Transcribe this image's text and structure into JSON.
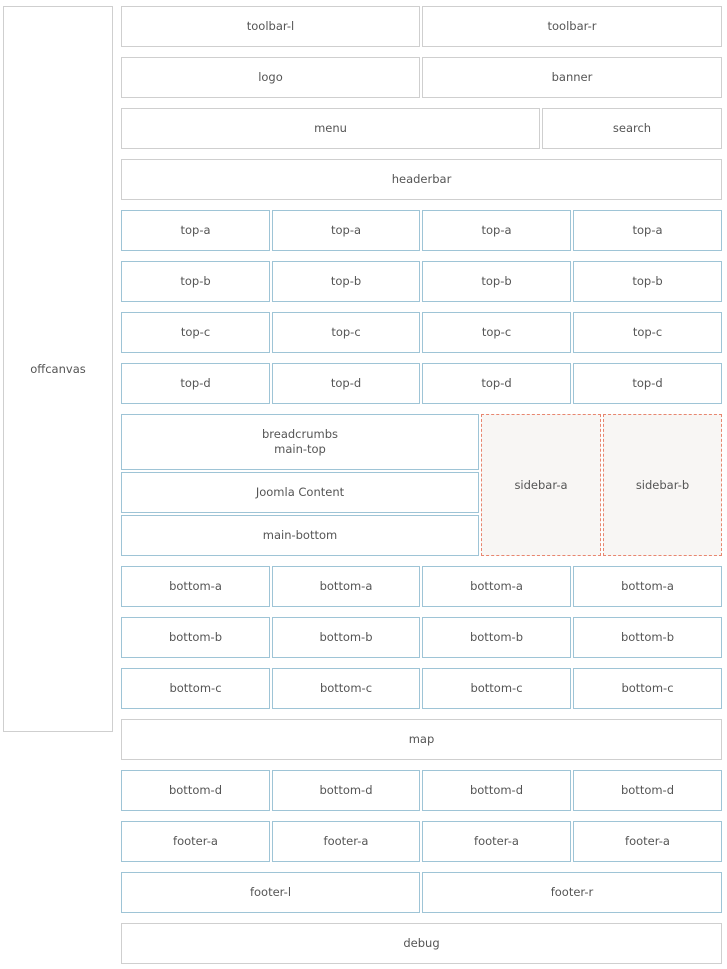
{
  "offcanvas": "offcanvas",
  "toolbar": {
    "left": "toolbar-l",
    "right": "toolbar-r"
  },
  "header": {
    "logo": "logo",
    "banner": "banner",
    "menu": "menu",
    "search": "search",
    "headerbar": "headerbar"
  },
  "top_a": [
    "top-a",
    "top-a",
    "top-a",
    "top-a"
  ],
  "top_b": [
    "top-b",
    "top-b",
    "top-b",
    "top-b"
  ],
  "top_c": [
    "top-c",
    "top-c",
    "top-c",
    "top-c"
  ],
  "top_d": [
    "top-d",
    "top-d",
    "top-d",
    "top-d"
  ],
  "main": {
    "breadcrumbs": "breadcrumbs",
    "main_top": "main-top",
    "content": "Joomla Content",
    "main_bottom": "main-bottom",
    "sidebar_a": "sidebar-a",
    "sidebar_b": "sidebar-b"
  },
  "bottom_a": [
    "bottom-a",
    "bottom-a",
    "bottom-a",
    "bottom-a"
  ],
  "bottom_b": [
    "bottom-b",
    "bottom-b",
    "bottom-b",
    "bottom-b"
  ],
  "bottom_c": [
    "bottom-c",
    "bottom-c",
    "bottom-c",
    "bottom-c"
  ],
  "map": "map",
  "bottom_d": [
    "bottom-d",
    "bottom-d",
    "bottom-d",
    "bottom-d"
  ],
  "footer_a": [
    "footer-a",
    "footer-a",
    "footer-a",
    "footer-a"
  ],
  "footer": {
    "left": "footer-l",
    "right": "footer-r"
  },
  "debug": "debug"
}
